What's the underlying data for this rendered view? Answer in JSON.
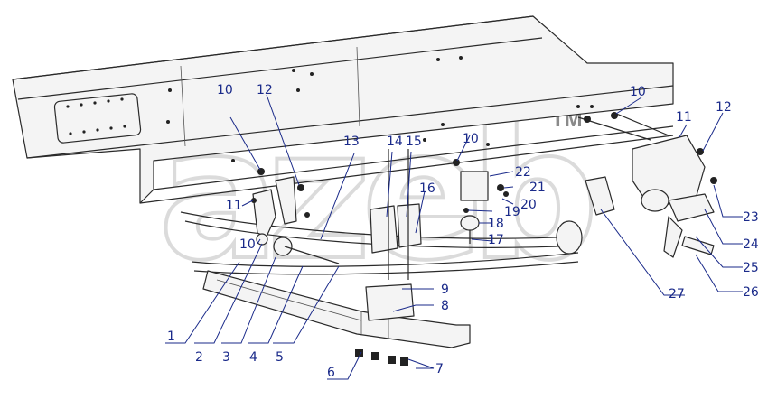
{
  "diagram": {
    "trademark": "TM",
    "callouts": [
      "1",
      "2",
      "3",
      "4",
      "5",
      "6",
      "7",
      "8",
      "9",
      "10",
      "10",
      "10",
      "10",
      "11",
      "11",
      "12",
      "12",
      "13",
      "14",
      "15",
      "16",
      "17",
      "18",
      "19",
      "20",
      "21",
      "22",
      "23",
      "24",
      "25",
      "26",
      "27"
    ]
  }
}
